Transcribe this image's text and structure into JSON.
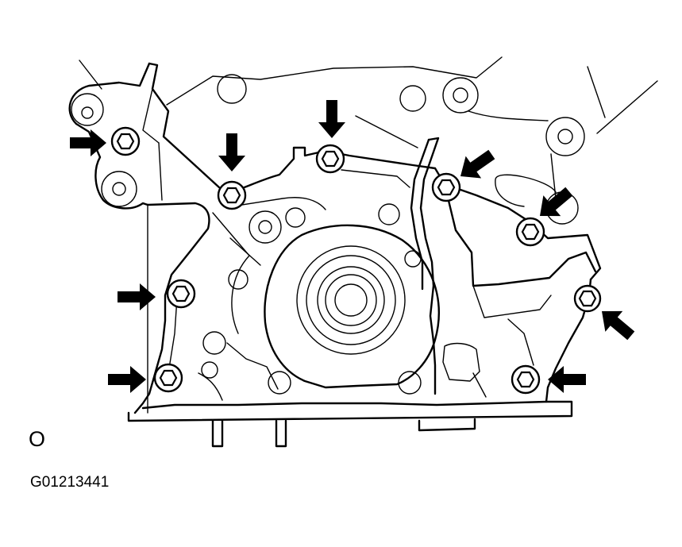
{
  "view_label": "O",
  "figure_code": "G01213441",
  "arrows": [
    {
      "name": "arrow-upper-left-bracket"
    },
    {
      "name": "arrow-top-left"
    },
    {
      "name": "arrow-top-center"
    },
    {
      "name": "arrow-top-right"
    },
    {
      "name": "arrow-right-upper"
    },
    {
      "name": "arrow-left-middle"
    },
    {
      "name": "arrow-left-lower"
    },
    {
      "name": "arrow-right-middle"
    },
    {
      "name": "arrow-right-lower"
    }
  ],
  "bolts": [
    {
      "name": "bolt-bracket"
    },
    {
      "name": "bolt-top-left"
    },
    {
      "name": "bolt-top-center"
    },
    {
      "name": "bolt-top-right"
    },
    {
      "name": "bolt-right-upper"
    },
    {
      "name": "bolt-left-middle"
    },
    {
      "name": "bolt-left-lower"
    },
    {
      "name": "bolt-right-middle"
    },
    {
      "name": "bolt-right-lower"
    }
  ]
}
